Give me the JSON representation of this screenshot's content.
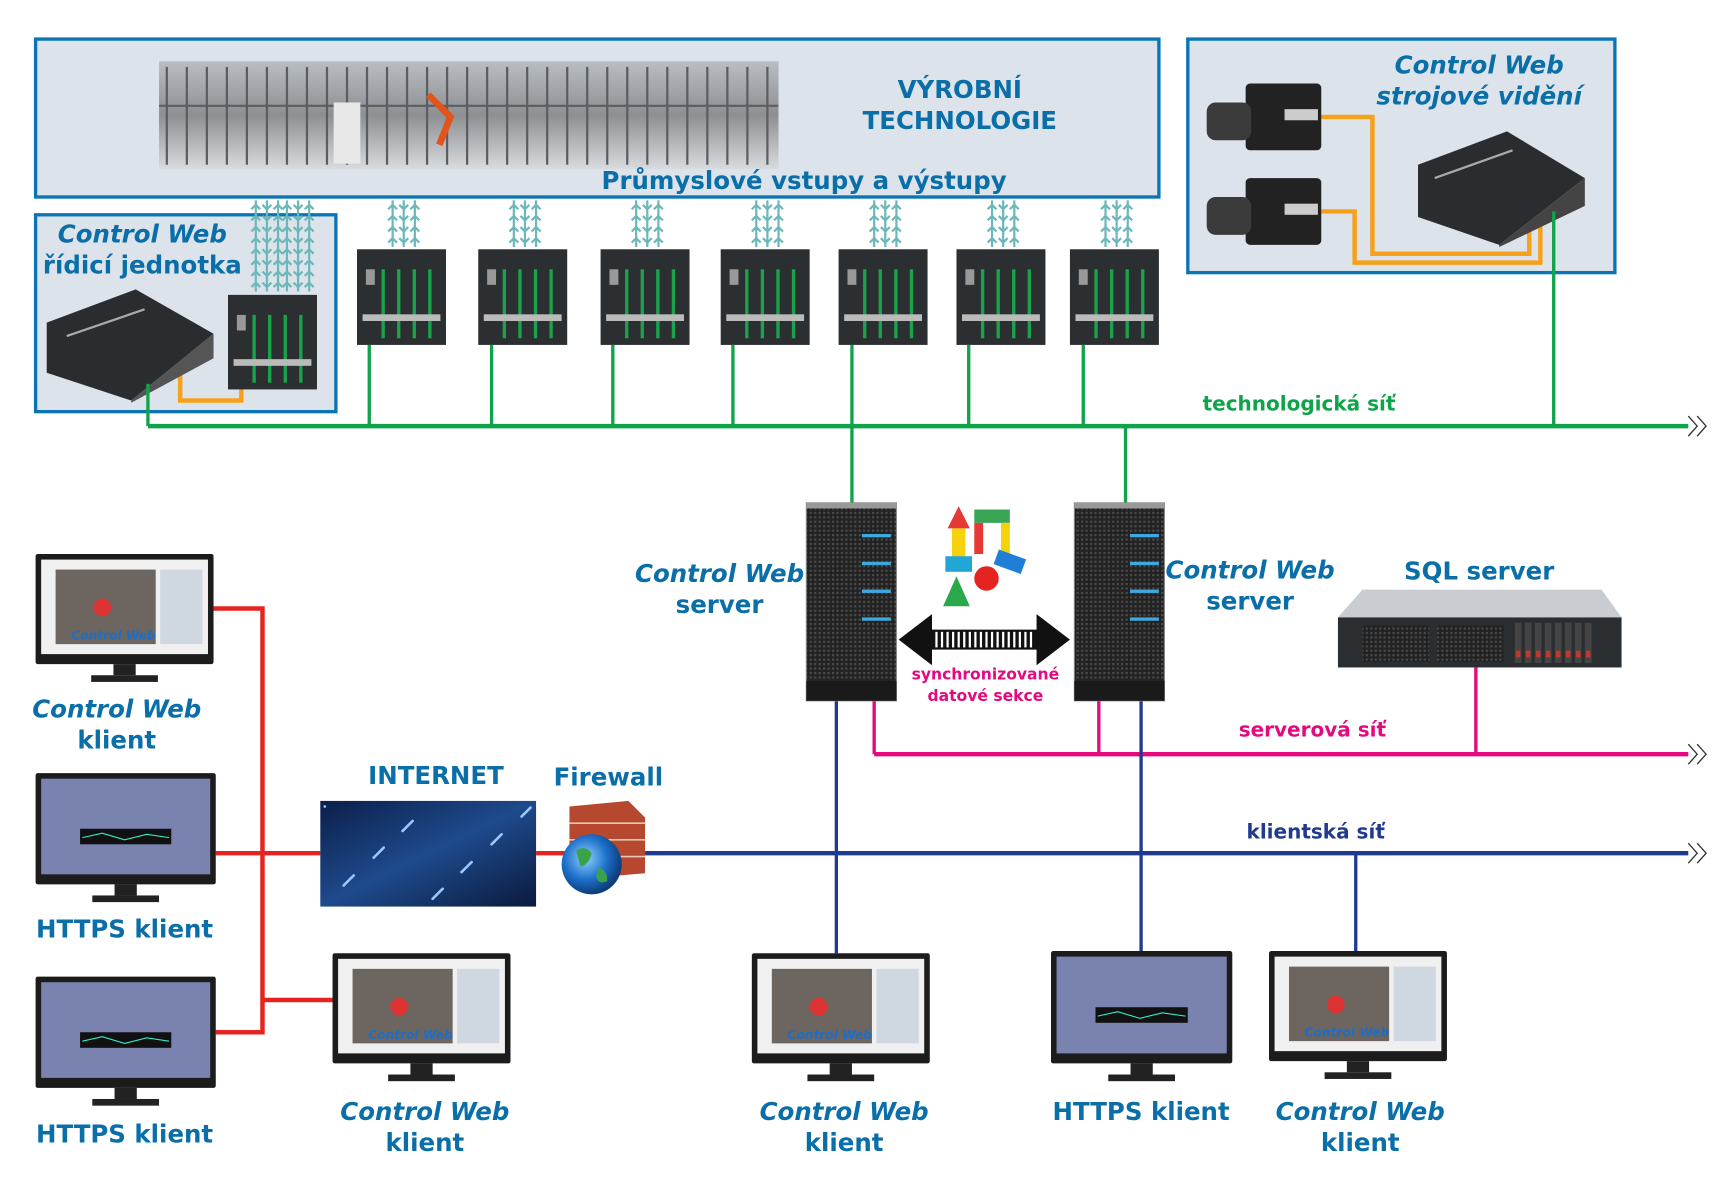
{
  "colors": {
    "box_border": "#0a75b5",
    "box_fill": "#dde3ea",
    "label_blue": "#0a6fa8",
    "technology_network": "#0fa34a",
    "server_network": "#e5097f",
    "client_network": "#1f3a8f",
    "internet_link": "#e52421",
    "camera_link": "#f7a11a",
    "io_arrows": "#6cb8b8"
  },
  "production": {
    "title_line1": "VÝROBNÍ",
    "title_line2": "TECHNOLOGIE",
    "io_label": "Průmyslové vstupy a výstupy"
  },
  "vision": {
    "title_line1": "Control Web",
    "title_line2": "strojové vidění"
  },
  "control_unit": {
    "title_line1": "Control Web",
    "title_line2": "řídicí jednotka"
  },
  "networks": {
    "technology": "technologická síť",
    "server": "serverová síť",
    "client": "klientská síť"
  },
  "servers": [
    {
      "line1": "Control Web",
      "line2": "server"
    },
    {
      "line1": "Control Web",
      "line2": "server"
    }
  ],
  "sync": {
    "line1": "synchronizované",
    "line2": "datové sekce"
  },
  "sql": {
    "label": "SQL server"
  },
  "internet": {
    "label": "INTERNET"
  },
  "firewall": {
    "label": "Firewall"
  },
  "clients": [
    {
      "type": "cw",
      "line1": "Control Web",
      "line2": "klient"
    },
    {
      "type": "https",
      "line1": "HTTPS klient",
      "line2": ""
    },
    {
      "type": "https",
      "line1": "HTTPS klient",
      "line2": ""
    },
    {
      "type": "cw",
      "line1": "Control Web",
      "line2": "klient"
    },
    {
      "type": "cw",
      "line1": "Control Web",
      "line2": "klient"
    },
    {
      "type": "https",
      "line1": "HTTPS klient",
      "line2": ""
    },
    {
      "type": "cw",
      "line1": "Control Web",
      "line2": "klient"
    }
  ],
  "screen_logo": "Control Web"
}
